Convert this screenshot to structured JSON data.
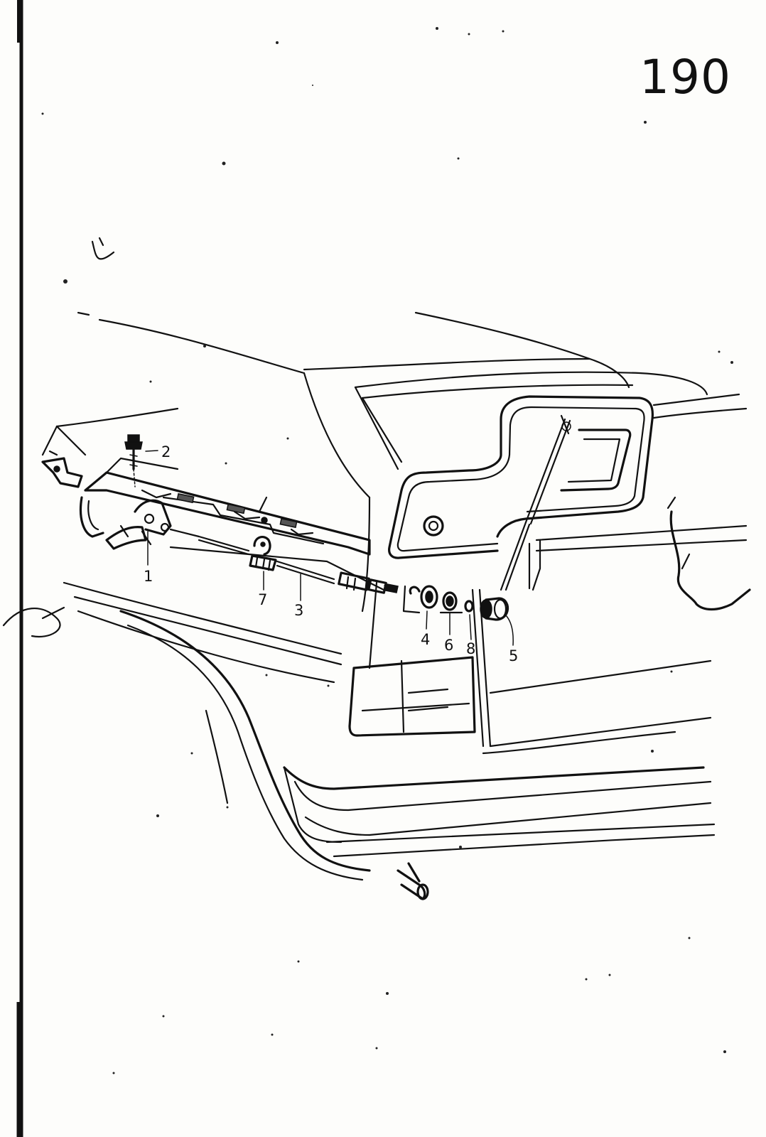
{
  "page": {
    "number": "190"
  },
  "callouts": [
    {
      "id": "1",
      "text": "1"
    },
    {
      "id": "2",
      "text": "2"
    },
    {
      "id": "3",
      "text": "3"
    },
    {
      "id": "4",
      "text": "4"
    },
    {
      "id": "5",
      "text": "5"
    },
    {
      "id": "6",
      "text": "6"
    },
    {
      "id": "7",
      "text": "7"
    },
    {
      "id": "8",
      "text": "8"
    }
  ],
  "colors": {
    "ink": "#111111",
    "paper": "#fdfdfb"
  }
}
